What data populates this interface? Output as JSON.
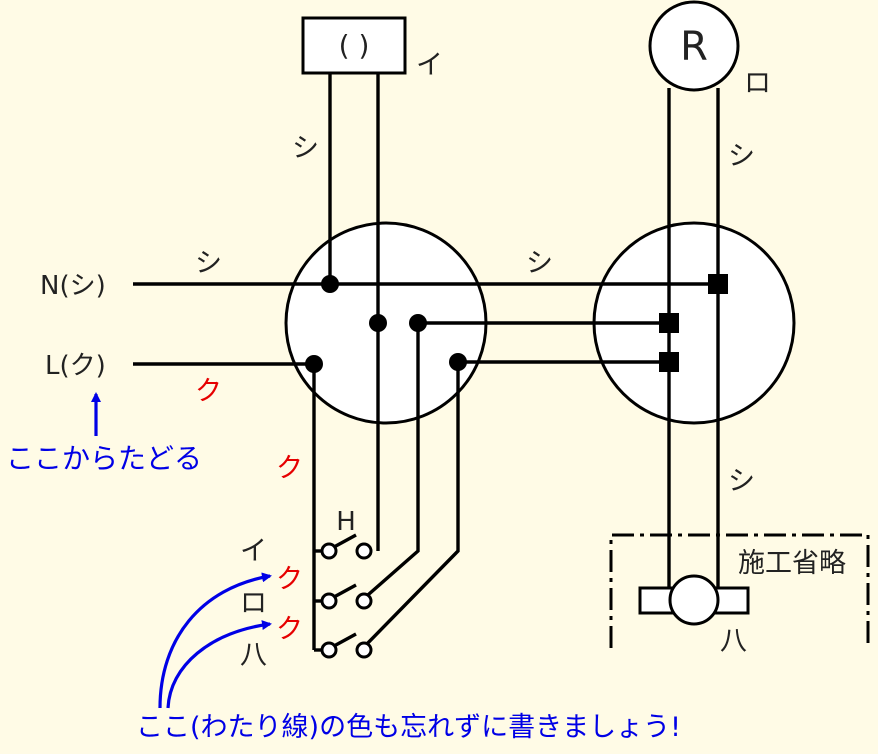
{
  "labels": {
    "lamp_symbol": "( )",
    "lamp_tag": "イ",
    "socket_symbol": "R",
    "socket_tag": "ロ",
    "n_line": "N(シ)",
    "l_line": "L(ク)",
    "wire_shi": "シ",
    "wire_ku": "ク",
    "switch_h": "H",
    "switch_i": "イ",
    "switch_ro": "ロ",
    "switch_ha": "八",
    "omit_area": "施工省略",
    "fixture_tag": "八"
  },
  "annotations": {
    "trace_from_here": "ここからたどる",
    "bottom_note": "ここ(わたり線)の色も忘れずに書きましょう!"
  },
  "colors": {
    "background": "#fffbe6",
    "wire": "#000000",
    "emphasis_red": "#e60000",
    "annotation_blue": "#0000e6"
  }
}
